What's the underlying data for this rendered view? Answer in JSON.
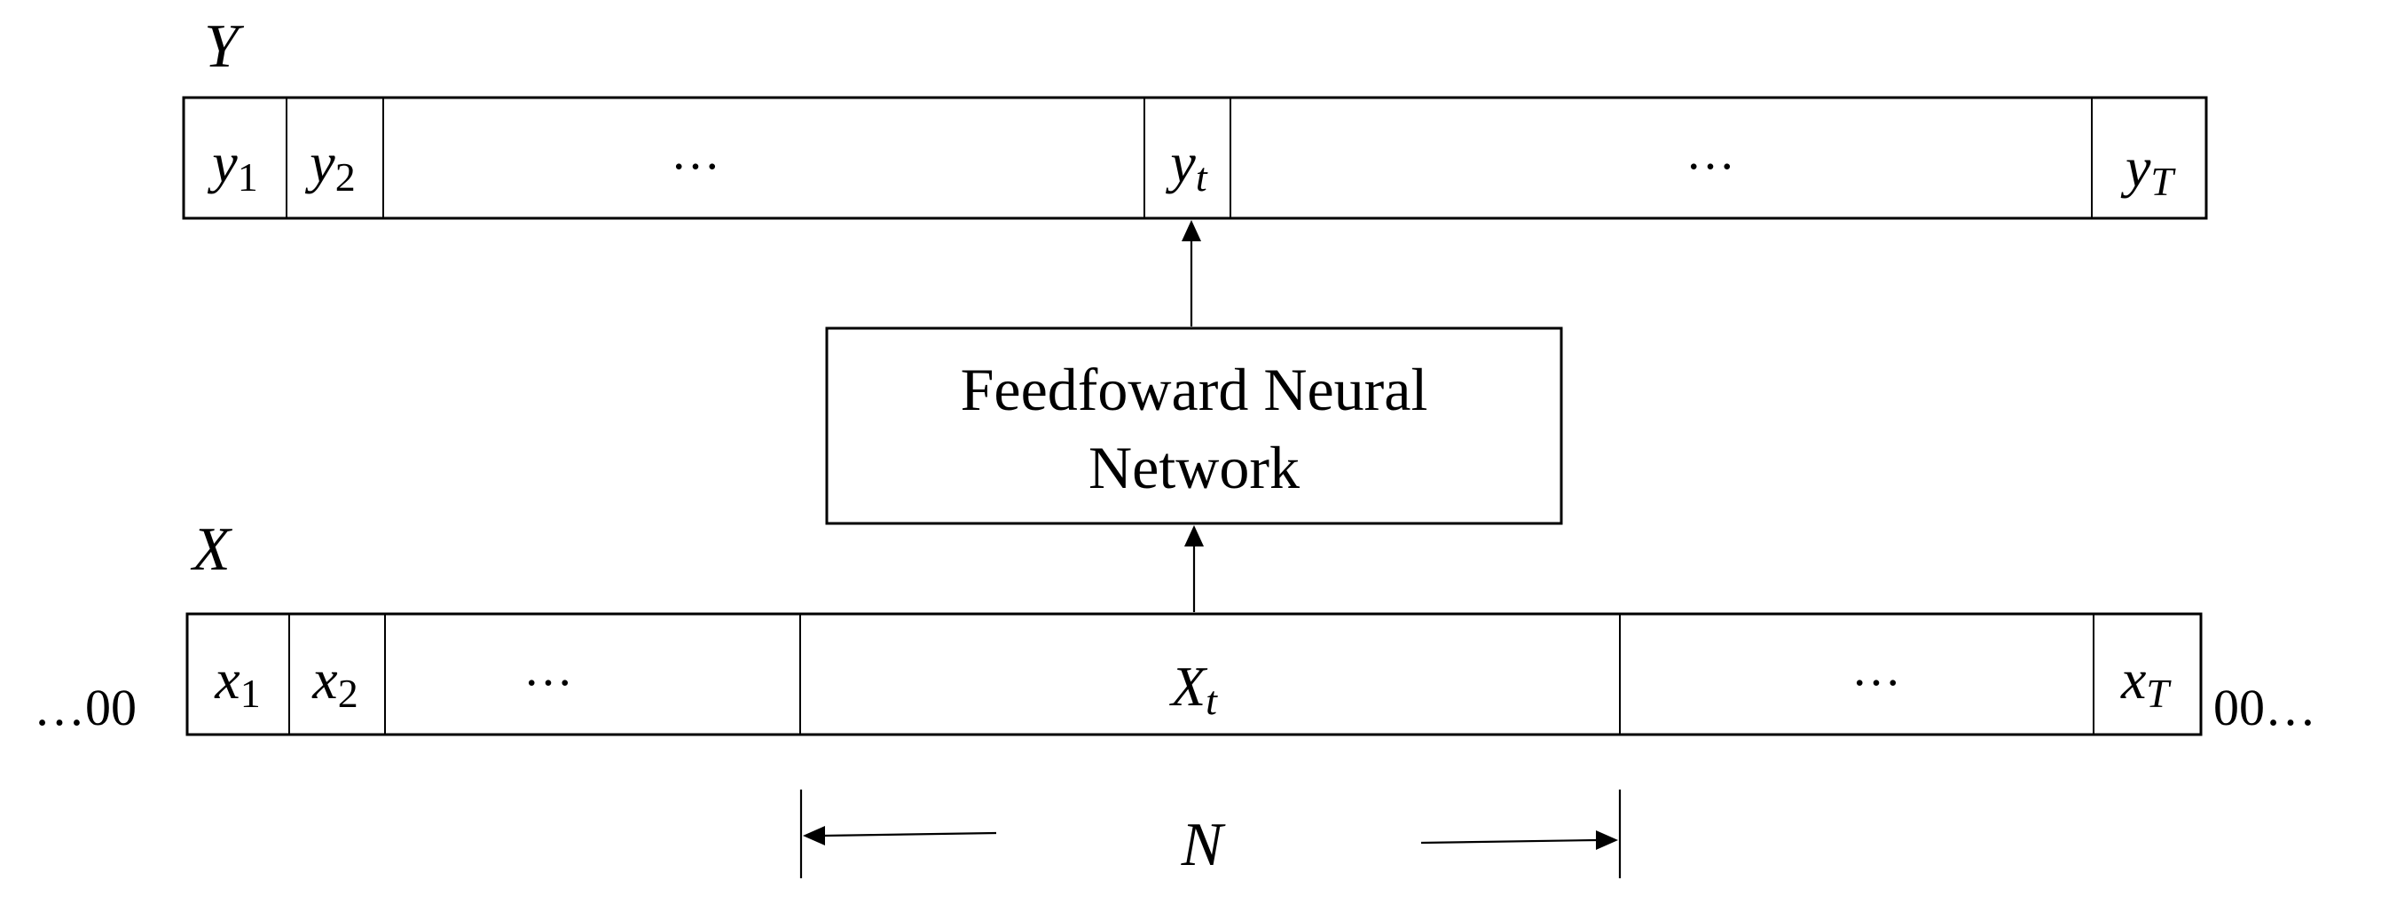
{
  "output_label": "Y",
  "input_label": "X",
  "output_cells": [
    {
      "base": "y",
      "sub": "1"
    },
    {
      "base": "y",
      "sub": "2"
    },
    {
      "ellipsis": "…"
    },
    {
      "base": "y",
      "sub": "t"
    },
    {
      "ellipsis": "…"
    },
    {
      "base": "y",
      "sub": "T"
    }
  ],
  "input_cells": [
    {
      "base": "x",
      "sub": "1"
    },
    {
      "base": "x",
      "sub": "2"
    },
    {
      "ellipsis": "…"
    },
    {
      "base": "X",
      "sub": "t"
    },
    {
      "ellipsis": "…"
    },
    {
      "base": "x",
      "sub": "T"
    }
  ],
  "ffn": {
    "line1": "Feedfoward Neural",
    "line2": "Network"
  },
  "padding": {
    "left": "…00",
    "right": "00…"
  },
  "window_label": "N"
}
